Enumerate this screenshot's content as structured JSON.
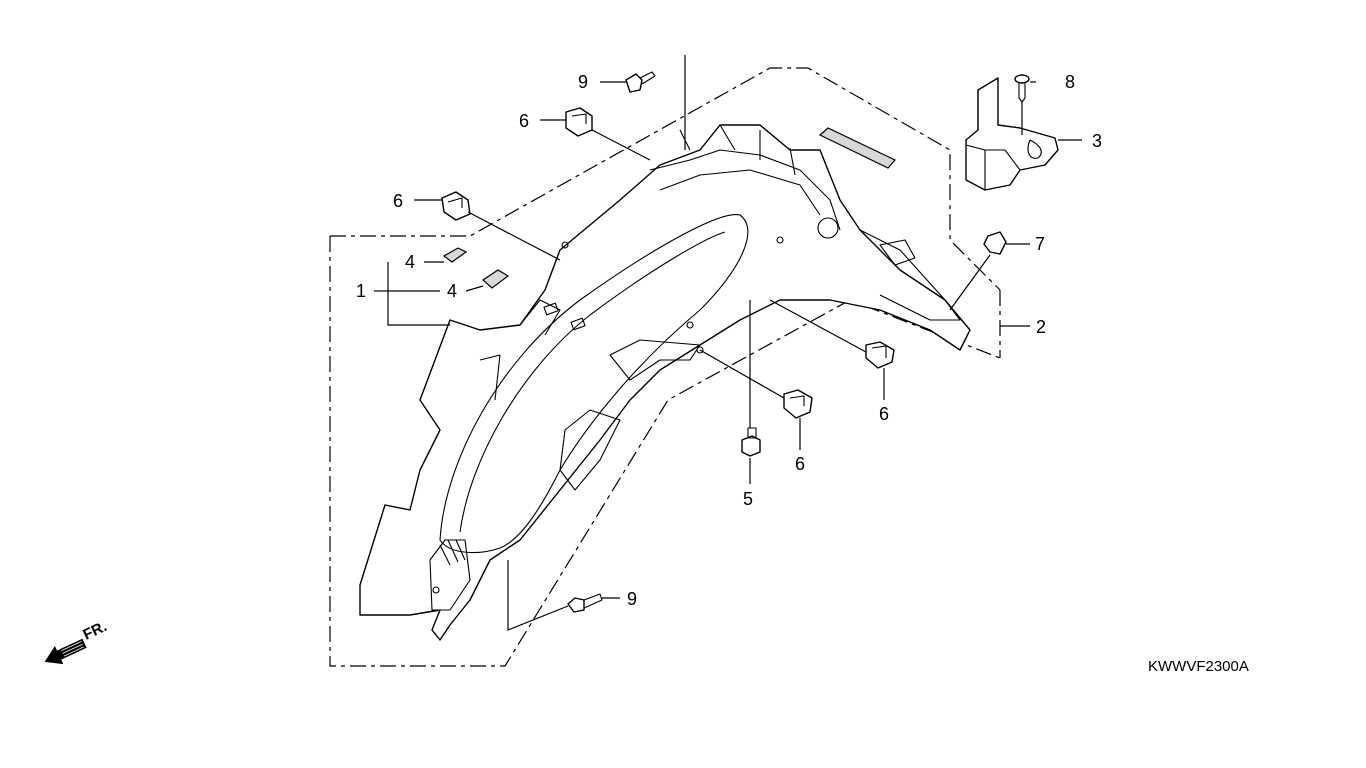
{
  "diagram": {
    "drawing_code": "KWWVF2300A",
    "direction_label": "FR.",
    "callouts": {
      "c1": "1",
      "c2": "2",
      "c3": "3",
      "c4a": "4",
      "c4b": "4",
      "c5": "5",
      "c6a": "6",
      "c6b": "6",
      "c6c": "6",
      "c6d": "6",
      "c7": "7",
      "c8": "8",
      "c9a": "9",
      "c9b": "9"
    }
  }
}
